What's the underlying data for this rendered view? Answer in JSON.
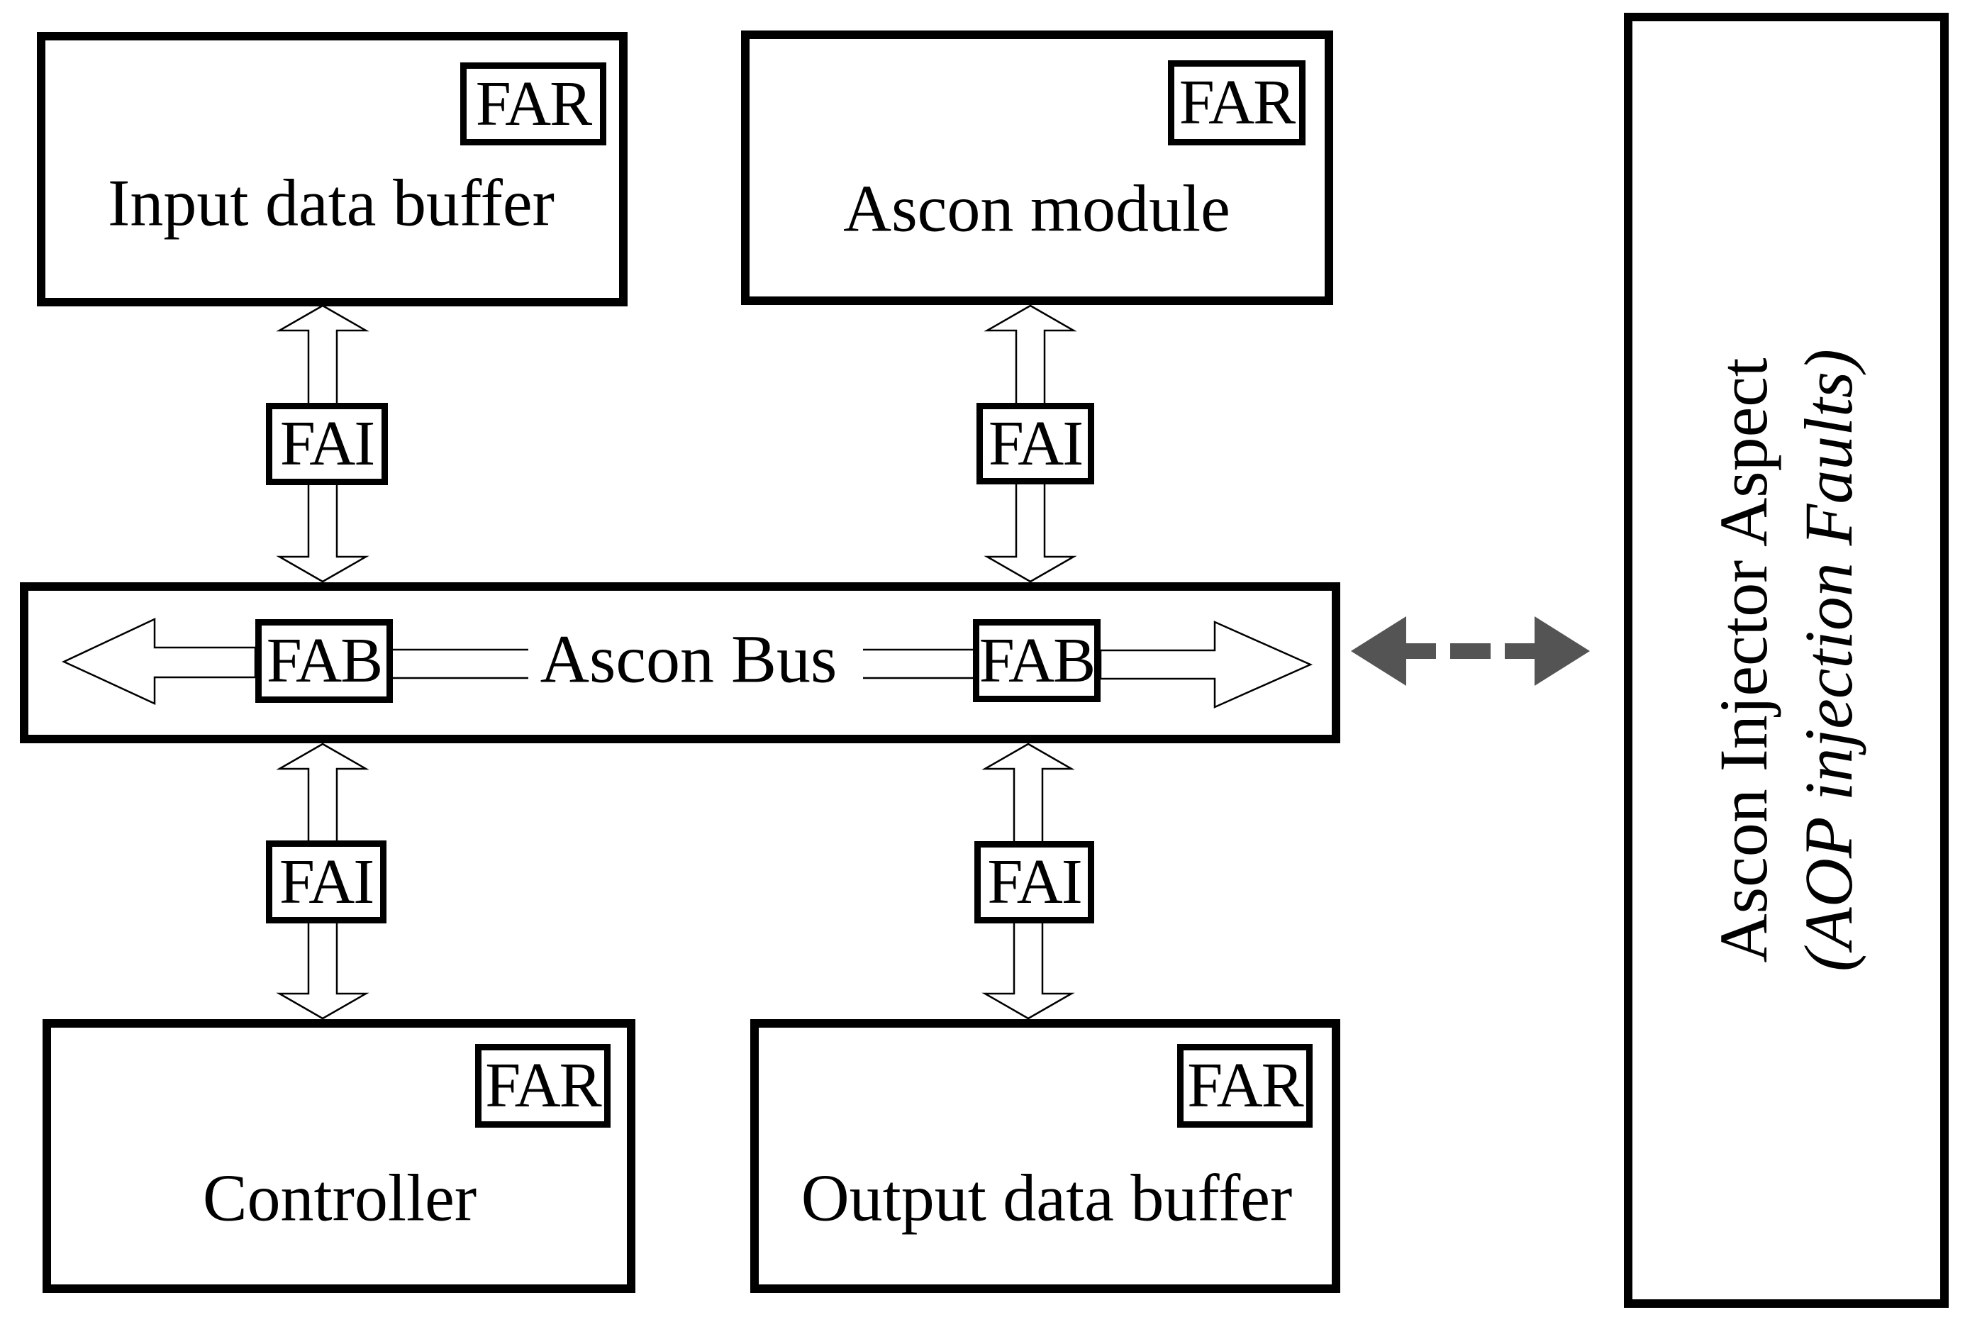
{
  "diagram": {
    "colors": {
      "background": "#ffffff",
      "stroke": "#000000",
      "connector": "#545454"
    },
    "blocks": {
      "input_buffer": {
        "label": "Input data buffer",
        "badge": "FAR"
      },
      "ascon_module": {
        "label": "Ascon module",
        "badge": "FAR"
      },
      "controller": {
        "label": "Controller",
        "badge": "FAR"
      },
      "output_buffer": {
        "label": "Output data buffer",
        "badge": "FAR"
      },
      "injector_aspect": {
        "label_line1": "Ascon Injector Aspect",
        "label_line2": "(AOP injection Faults)"
      }
    },
    "bus": {
      "label": "Ascon Bus",
      "fab_left": "FAB",
      "fab_right": "FAB"
    },
    "fai": {
      "top_left": "FAI",
      "top_right": "FAI",
      "bottom_left": "FAI",
      "bottom_right": "FAI"
    }
  }
}
